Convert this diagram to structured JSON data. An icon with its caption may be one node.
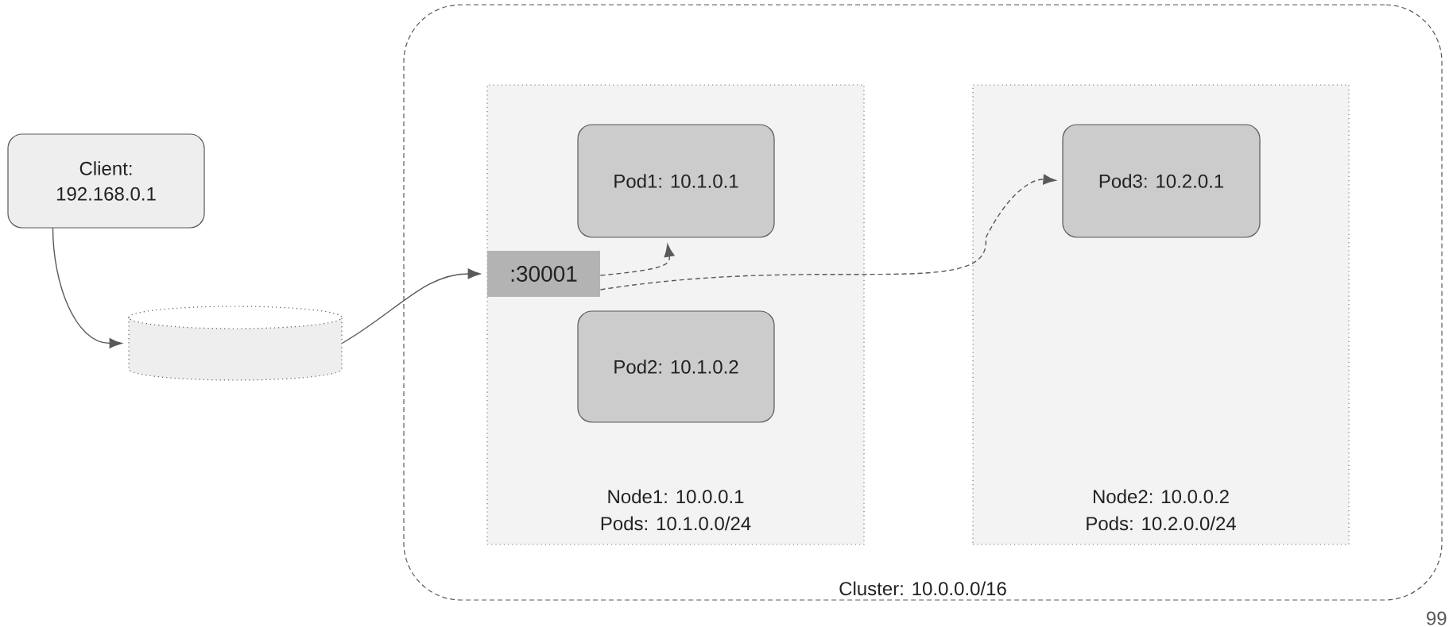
{
  "diagram": {
    "nodes": [
      {
        "text": [
          "Client: 192.168.0.1"
        ]
      },
      {
        "text": [],
        "shape": "cylinder"
      },
      {
        "text": [
          "Cluster: 10.0.0.0/16"
        ]
      },
      {
        "text": [
          "Node1: 10.0.0.1",
          "Pods: 10.1.0.0/24"
        ],
        "in": 2
      },
      {
        "text": [
          ":30001"
        ],
        "in": 3
      },
      {
        "text": [
          "Pod1: 10.1.0.1"
        ],
        "in": 3
      },
      {
        "text": [
          "Pod2: 10.1.0.2"
        ],
        "in": 3
      },
      {
        "text": [
          "Node2: 10.0.0.2",
          "Pods: 10.2.0.0/24"
        ],
        "in": 2
      },
      {
        "text": [
          "Pod3: 10.2.0.1"
        ],
        "in": 7
      }
    ],
    "edges": [
      {
        "from": 0,
        "to": 1,
        "arrow": "to"
      },
      {
        "from": 1,
        "to": 4,
        "arrow": "to"
      },
      {
        "from": 4,
        "to": 5,
        "arrow": "to",
        "style": "dashed"
      },
      {
        "from": 4,
        "to": 8,
        "arrow": "to",
        "style": "dashed"
      }
    ],
    "labels": [
      "99"
    ]
  }
}
